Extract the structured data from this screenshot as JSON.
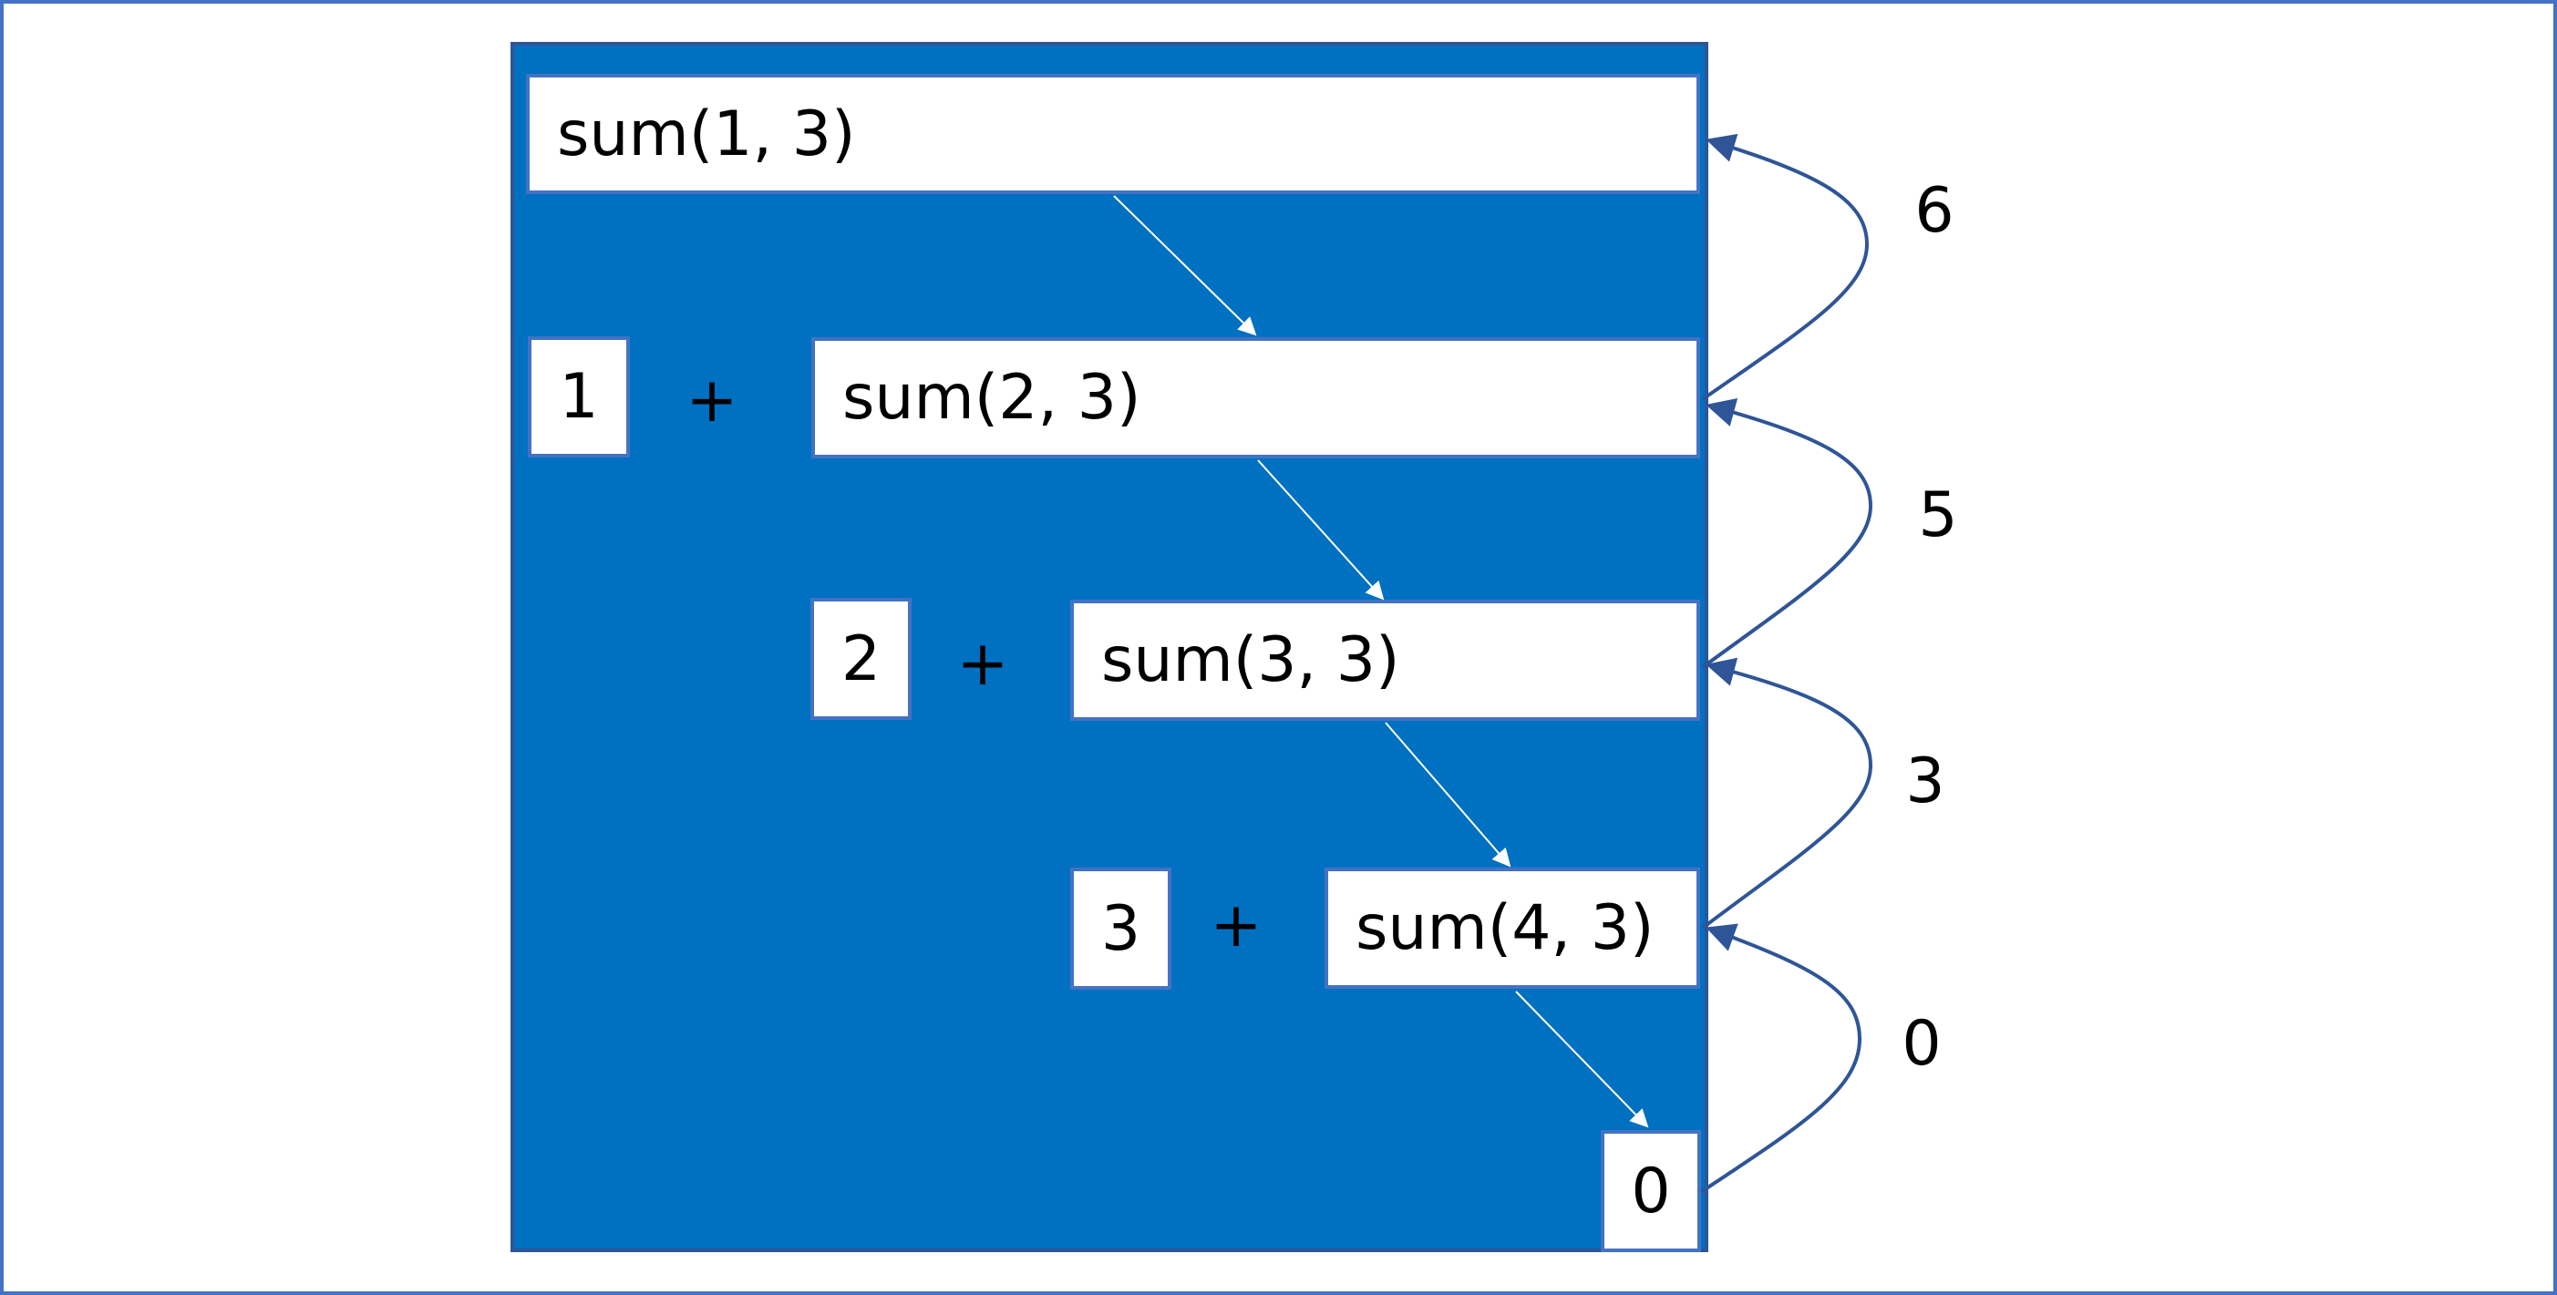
{
  "calls": [
    {
      "label": "sum(1, 3)"
    },
    {
      "label": "sum(2, 3)"
    },
    {
      "label": "sum(3, 3)"
    },
    {
      "label": "sum(4, 3)"
    }
  ],
  "terms": [
    "1",
    "2",
    "3"
  ],
  "operator": "+",
  "base_value": "0",
  "return_values": [
    "6",
    "5",
    "3",
    "0"
  ],
  "colors": {
    "panel": "#0070c0",
    "border": "#4472c4",
    "return_arrow": "#2f5597",
    "call_arrow": "#ffffff"
  }
}
